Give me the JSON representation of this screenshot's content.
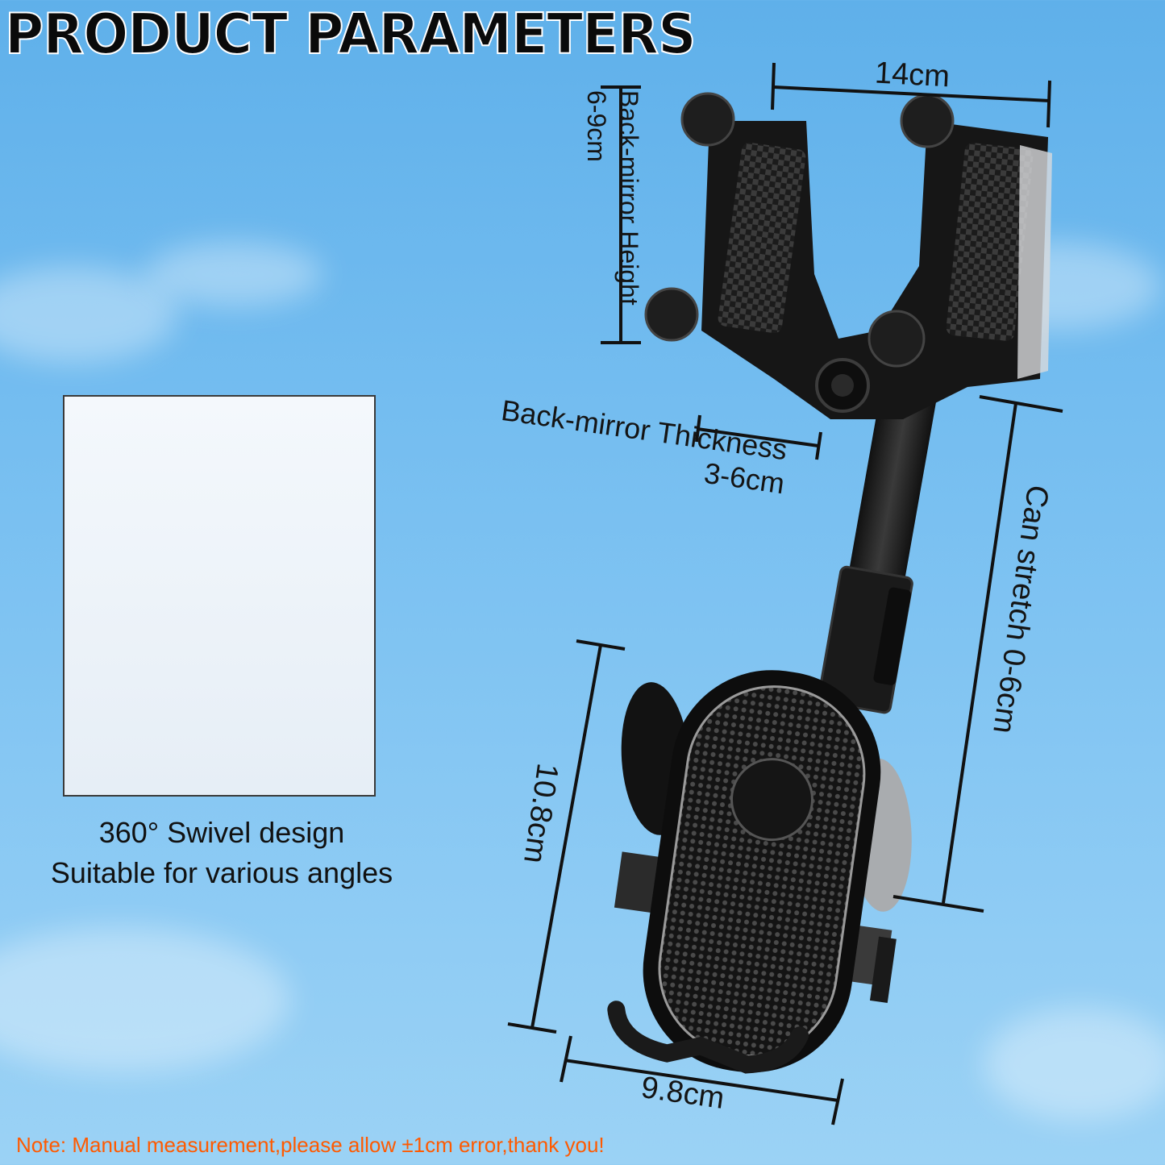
{
  "title": "PRODUCT PARAMETERS",
  "dimensions": {
    "width_top": "14cm",
    "mirror_height_label": "Back-mirror Height",
    "mirror_height_value": "6-9cm",
    "mirror_thickness_label": "Back-mirror Thickness",
    "mirror_thickness_value": "3-6cm",
    "stretch": "Can stretch 0-6cm",
    "holder_height": "10.8cm",
    "holder_width": "9.8cm"
  },
  "inset": {
    "caption_line1": "360° Swivel design",
    "caption_line2": "Suitable for various angles"
  },
  "note": "Note: Manual measurement,please allow ±1cm error,thank you!"
}
